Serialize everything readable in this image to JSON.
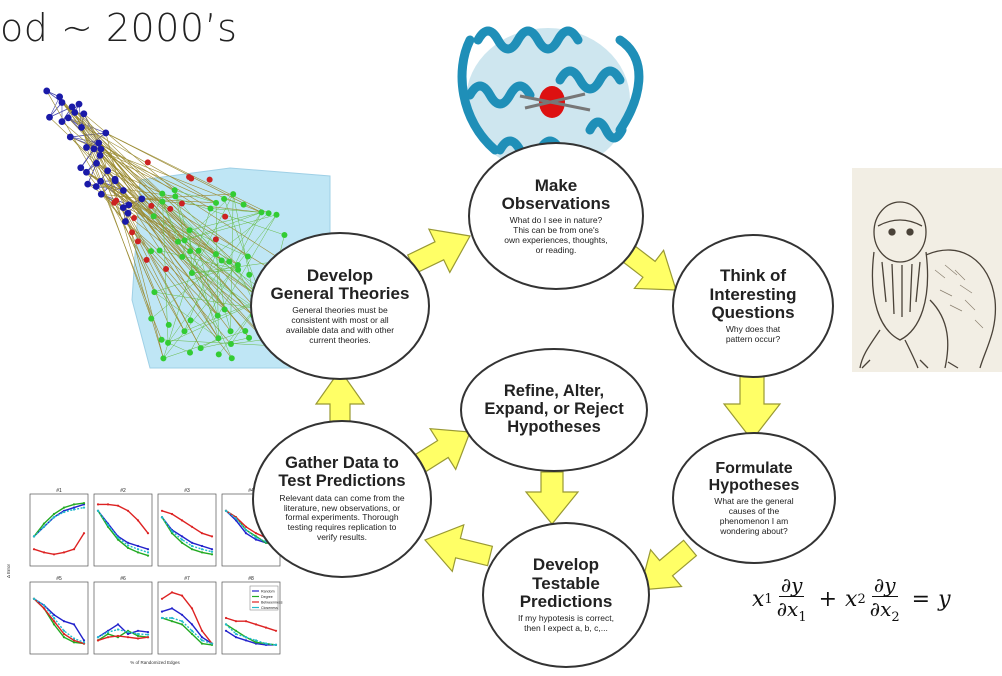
{
  "title": "od ~ 2000’s",
  "colors": {
    "arrow_fill": "#ffff66",
    "arrow_stroke": "#999933",
    "protein": "#1f8fb8",
    "network_blue": "#1a1aa8",
    "network_green": "#33cc33",
    "network_red": "#cc2222",
    "network_region": "#bfe6f5"
  },
  "cycle": {
    "observations": {
      "heading": "Make\nObservations",
      "text": "What do I see in nature?\nThis can be from one's\nown experiences, thoughts,\nor reading."
    },
    "questions": {
      "heading": "Think of\nInteresting\nQuestions",
      "text": "Why does that\npattern occur?"
    },
    "formulate": {
      "heading": "Formulate\nHypotheses",
      "text": "What are the general\ncauses of the\nphenomenon I am\nwondering about?"
    },
    "predictions": {
      "heading": "Develop\nTestable\nPredictions",
      "text": "If my hypotesis is correct,\nthen I expect a, b, c,..."
    },
    "refine": {
      "heading": "Refine, Alter,\nExpand, or Reject\nHypotheses",
      "text": ""
    },
    "gather": {
      "heading": "Gather Data to\nTest Predictions",
      "text": "Relevant data can come from the\nliterature, new observations, or\nformal experiments.  Thorough\ntesting requires replication to\nverify results."
    },
    "theories": {
      "heading": "Develop\nGeneral Theories",
      "text": "General theories must be\nconsistent with most or all\navailable data and with other\ncurrent theories."
    }
  },
  "equation": {
    "x1": "x",
    "sub1": "1",
    "x2": "x",
    "sub2": "2",
    "num": "∂y",
    "den1": "∂x",
    "den_sub1": "1",
    "den2": "∂x",
    "den_sub2": "2",
    "plus": "+",
    "equals": "=",
    "rhs": "y"
  },
  "plots": {
    "panels": [
      "#1",
      "#2",
      "#3",
      "#4",
      "#5",
      "#6",
      "#7",
      "#8"
    ],
    "ylabel": "Δ Error",
    "xlabel": "% of Randomized Edges",
    "legend": [
      "Random",
      "Degree",
      "Betweenness",
      "Closeness"
    ],
    "series_colors": [
      "#2222cc",
      "#22aa22",
      "#dd2222",
      "#22bbcc"
    ]
  }
}
